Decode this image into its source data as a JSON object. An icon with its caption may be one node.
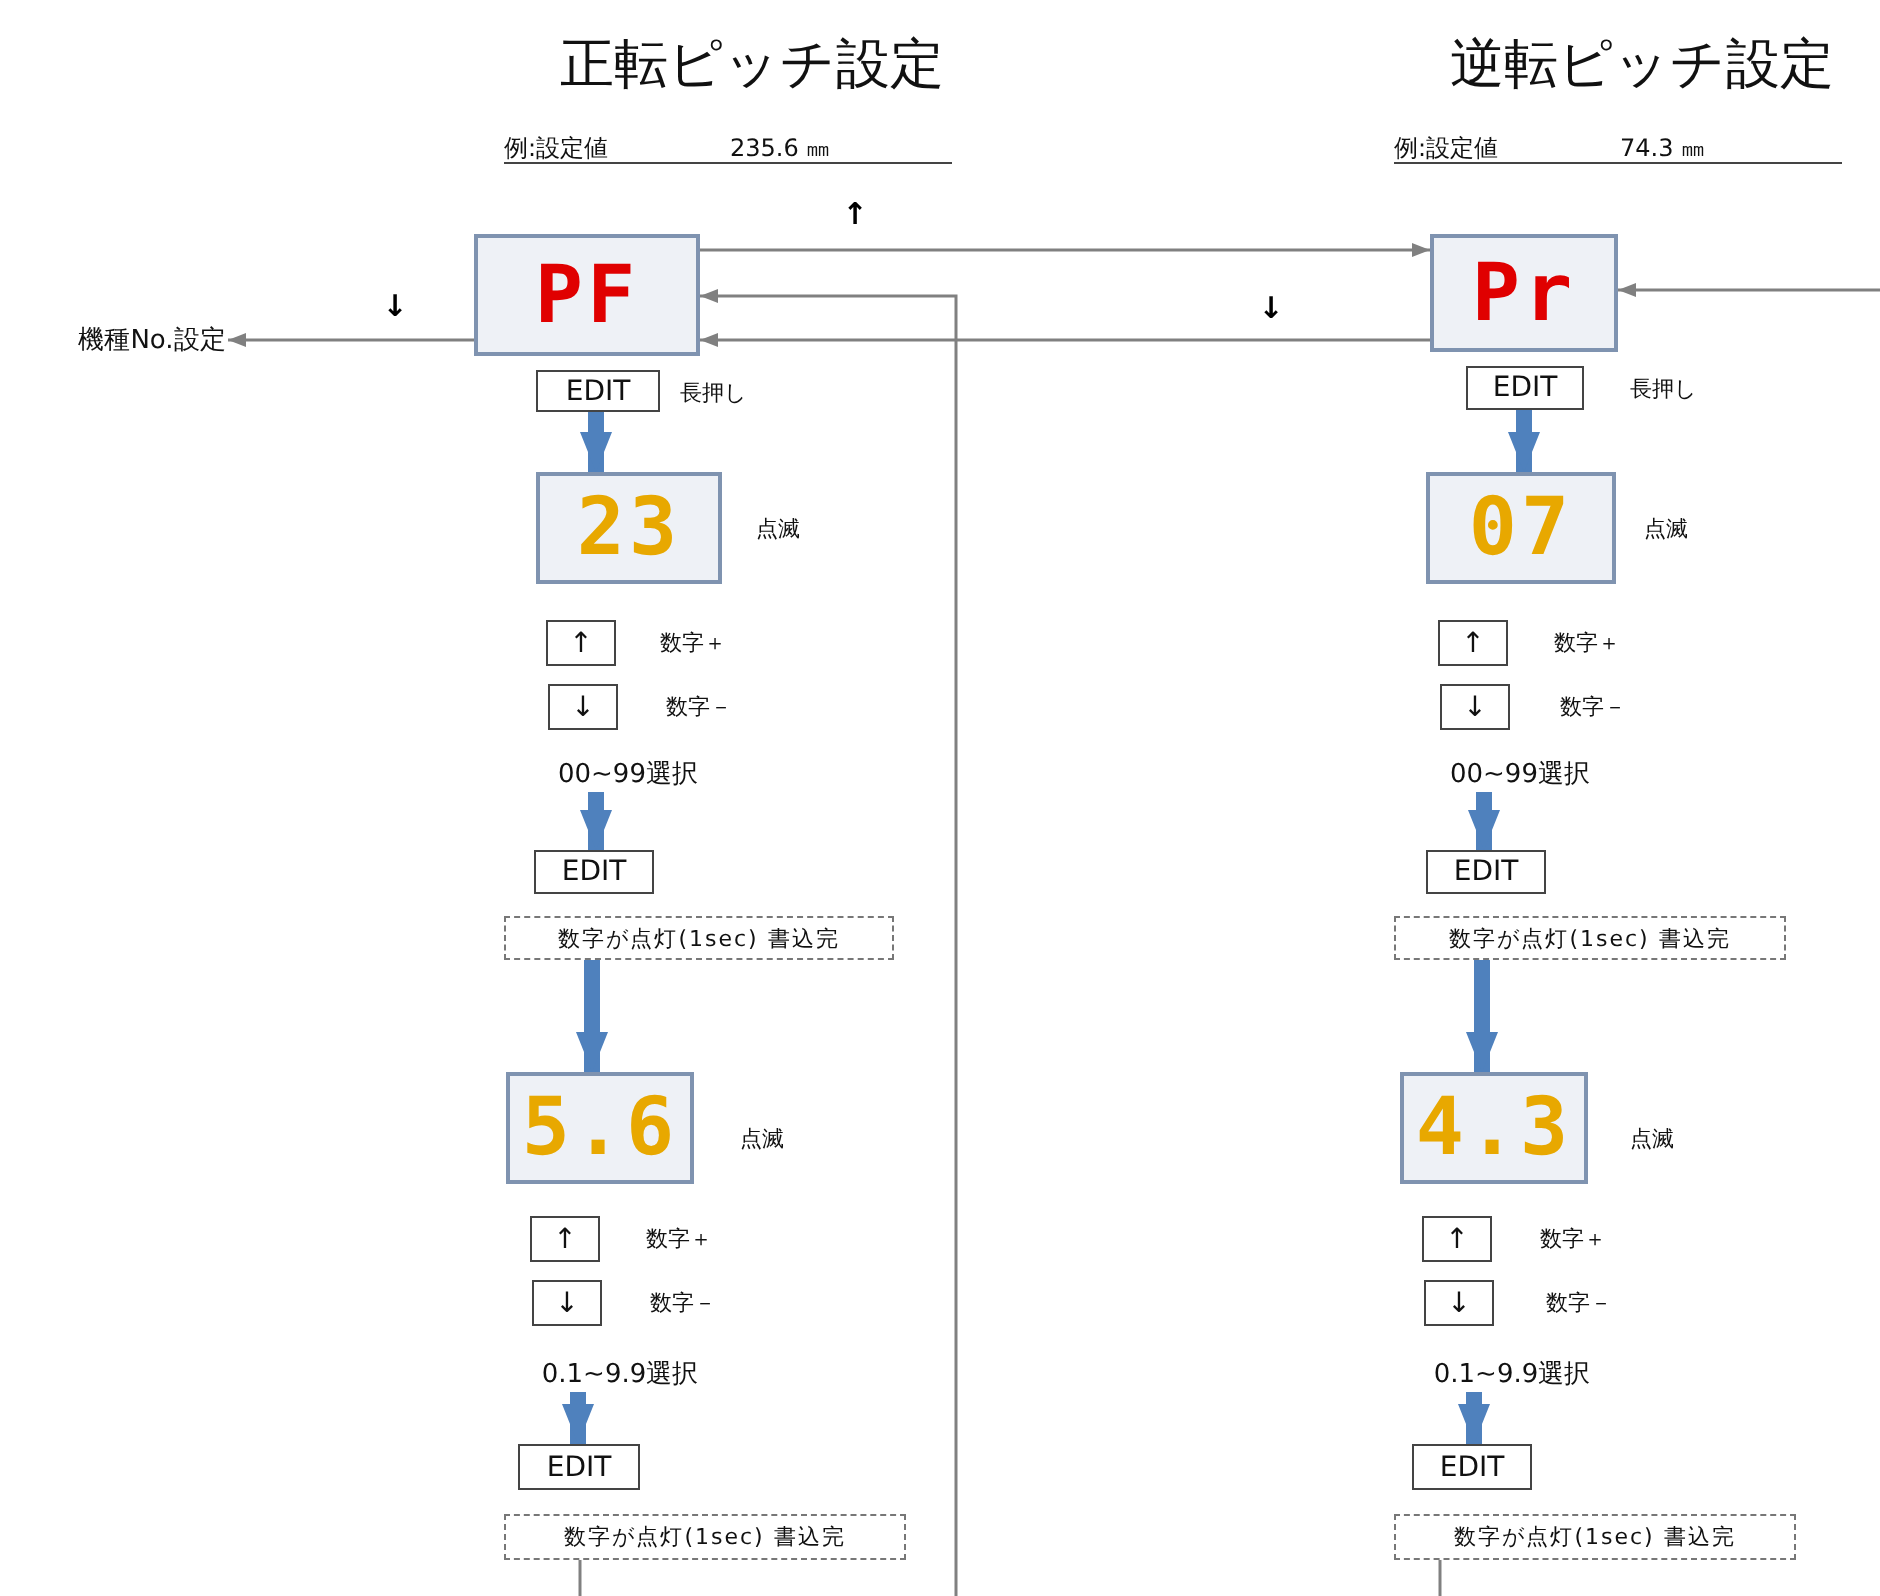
{
  "diagram": {
    "nodes": [
      {
        "text": [
          "機種No.設定"
        ]
      },
      {
        "text": [
          "PF"
        ]
      },
      {
        "text": [
          "EDIT"
        ],
        "beside": [
          "長押し"
        ]
      },
      {
        "text": [
          "23"
        ],
        "beside": [
          "点滅"
        ]
      },
      {
        "text": [
          "↑"
        ],
        "beside": [
          "数字＋"
        ]
      },
      {
        "text": [
          "↓"
        ],
        "beside": [
          "数字－"
        ]
      },
      {
        "text": [
          "00~99選択"
        ]
      },
      {
        "text": [
          "EDIT"
        ]
      },
      {
        "text": [
          "数字が点灯(1sec) 書込完"
        ]
      },
      {
        "text": [
          "5.6"
        ],
        "beside": [
          "点滅"
        ]
      },
      {
        "text": [
          "↑"
        ],
        "beside": [
          "数字＋"
        ]
      },
      {
        "text": [
          "↓"
        ],
        "beside": [
          "数字－"
        ]
      },
      {
        "text": [
          "0.1~9.9選択"
        ]
      },
      {
        "text": [
          "EDIT"
        ]
      },
      {
        "text": [
          "数字が点灯(1sec) 書込完"
        ]
      },
      {
        "text": [
          "Pr"
        ]
      },
      {
        "text": [
          "EDIT"
        ],
        "beside": [
          "長押し"
        ]
      },
      {
        "text": [
          "07"
        ],
        "beside": [
          "点滅"
        ]
      },
      {
        "text": [
          "↑"
        ],
        "beside": [
          "数字＋"
        ]
      },
      {
        "text": [
          "↓"
        ],
        "beside": [
          "数字－"
        ]
      },
      {
        "text": [
          "00~99選択"
        ]
      },
      {
        "text": [
          "EDIT"
        ]
      },
      {
        "text": [
          "数字が点灯(1sec) 書込完"
        ]
      },
      {
        "text": [
          "4.3"
        ],
        "beside": [
          "点滅"
        ]
      },
      {
        "text": [
          "↑"
        ],
        "beside": [
          "数字＋"
        ]
      },
      {
        "text": [
          "↓"
        ],
        "beside": [
          "数字－"
        ]
      },
      {
        "text": [
          "0.1~9.9選択"
        ]
      },
      {
        "text": [
          "EDIT"
        ]
      },
      {
        "text": [
          "数字が点灯(1sec) 書込完"
        ]
      }
    ],
    "edges": [
      {
        "from": 1,
        "to": 15,
        "arrow": "to",
        "label": "↑",
        "color": "#808080"
      },
      {
        "from": 15,
        "to": 1,
        "arrow": "to",
        "label": "↓",
        "color": "#808080"
      },
      {
        "from": 1,
        "to": 0,
        "arrow": "to",
        "label": "↓",
        "color": "#808080"
      },
      {
        "from": null,
        "to": 1,
        "arrow": "to",
        "color": "#808080"
      },
      {
        "from": null,
        "to": 15,
        "arrow": "to",
        "color": "#808080"
      },
      {
        "from": 2,
        "to": 3,
        "arrow": "to"
      },
      {
        "from": 6,
        "to": 7,
        "arrow": "to"
      },
      {
        "from": 8,
        "to": 9,
        "arrow": "to"
      },
      {
        "from": 12,
        "to": 13,
        "arrow": "to"
      },
      {
        "from": 14,
        "to": null,
        "arrow": "none",
        "color": "#808080"
      },
      {
        "from": 16,
        "to": 17,
        "arrow": "to"
      },
      {
        "from": 20,
        "to": 21,
        "arrow": "to"
      },
      {
        "from": 22,
        "to": 23,
        "arrow": "to"
      },
      {
        "from": 26,
        "to": 27,
        "arrow": "to"
      },
      {
        "from": 28,
        "to": null,
        "arrow": "none",
        "color": "#808080"
      }
    ],
    "labels": [
      "正転ピッチ設定",
      "例:設定値",
      "235.6 ㎜",
      "逆転ピッチ設定",
      "例:設定値",
      "74.3 ㎜"
    ]
  }
}
